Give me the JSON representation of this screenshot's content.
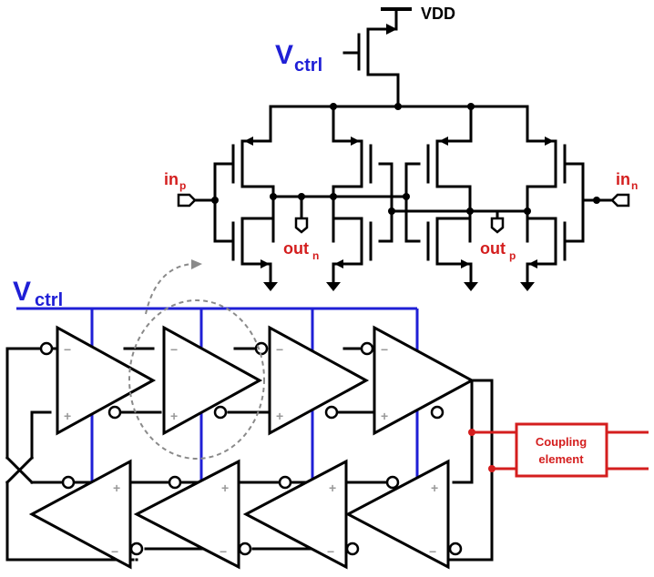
{
  "labels": {
    "vdd": "VDD",
    "vctrl_main": "V",
    "vctrl_sub": "ctrl",
    "in_p_main": "in",
    "in_p_sub": "p",
    "in_n_main": "in",
    "in_n_sub": "n",
    "out_n_main": "out",
    "out_n_sub": "n",
    "out_p_main": "out",
    "out_p_sub": "p",
    "coupling_line1": "Coupling",
    "coupling_line2": "element",
    "minus": "−",
    "plus": "+"
  },
  "colors": {
    "control_wire": "#1f1fd6",
    "signal_labels": "#d41e1e",
    "wires": "#000000",
    "highlight_dash": "#8a8a8a"
  }
}
